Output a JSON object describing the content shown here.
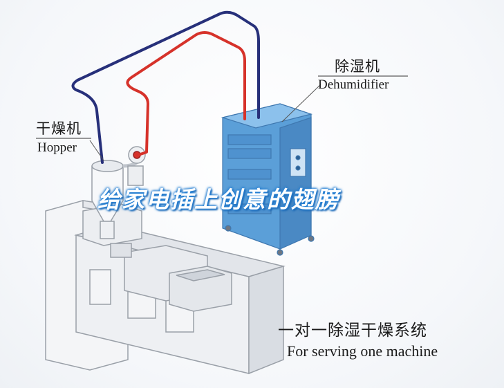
{
  "labels": {
    "dehumidifier_cn": "除湿机",
    "dehumidifier_en": "Dehumidifier",
    "hopper_cn": "干燥机",
    "hopper_en": "Hopper",
    "caption_cn": "一对一除湿干燥系统",
    "caption_en": "For serving one machine"
  },
  "banner": {
    "text": "给家电插上创意的翅膀"
  },
  "colors": {
    "return_pipe": "#27307a",
    "supply_pipe": "#d6322a",
    "dehumidifier_body": "#5b9fd8",
    "machine_outline": "#9aa0a8",
    "banner_glow": "#2a86d9"
  }
}
